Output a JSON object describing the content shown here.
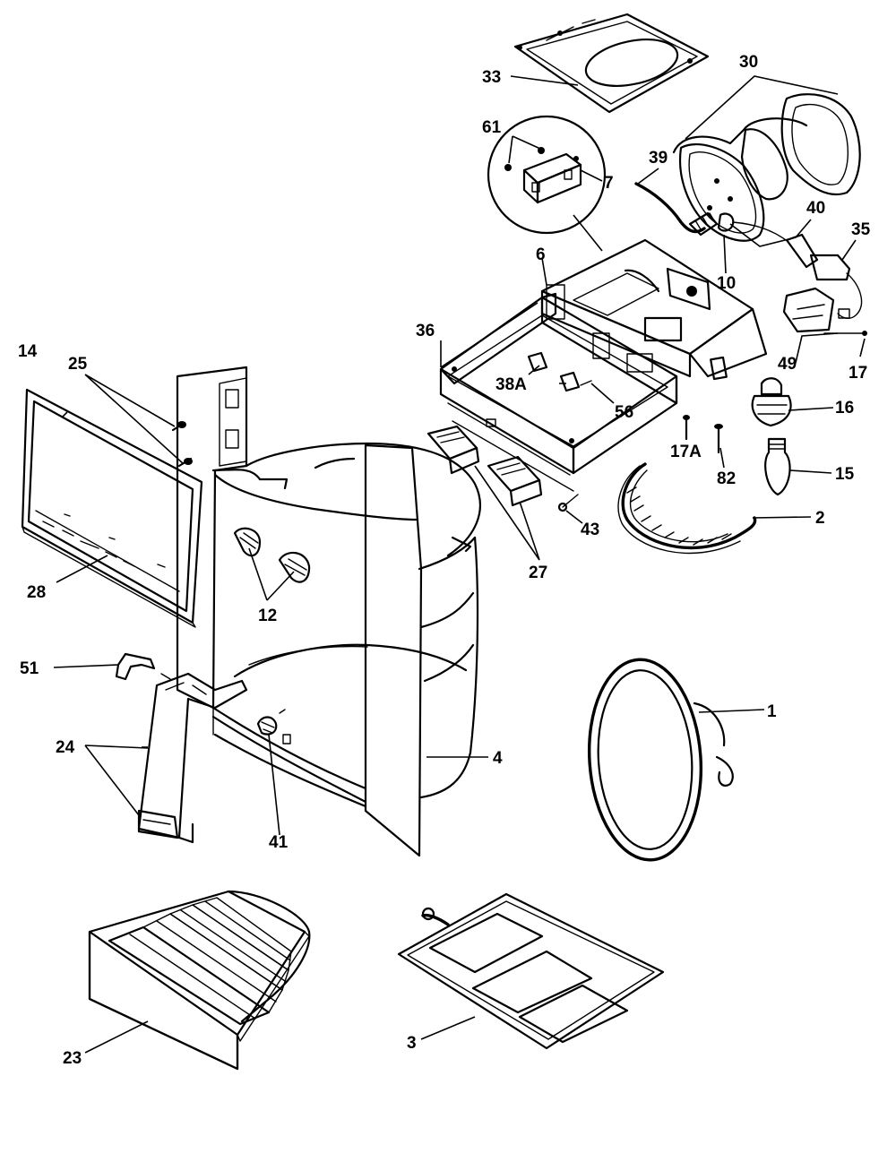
{
  "callouts": {
    "c33": "33",
    "c30": "30",
    "c61": "61",
    "c7": "7",
    "c39": "39",
    "c40": "40",
    "c35": "35",
    "c10": "10",
    "c6": "6",
    "c36": "36",
    "c38a": "38A",
    "c56": "56",
    "c49": "49",
    "c17": "17",
    "c16": "16",
    "c17a": "17A",
    "c82": "82",
    "c15": "15",
    "c43": "43",
    "c2": "2",
    "c27": "27",
    "c14": "14",
    "c25": "25",
    "c28": "28",
    "c12": "12",
    "c51": "51",
    "c24": "24",
    "c41": "41",
    "c4": "4",
    "c1": "1",
    "c23": "23",
    "c3": "3"
  }
}
